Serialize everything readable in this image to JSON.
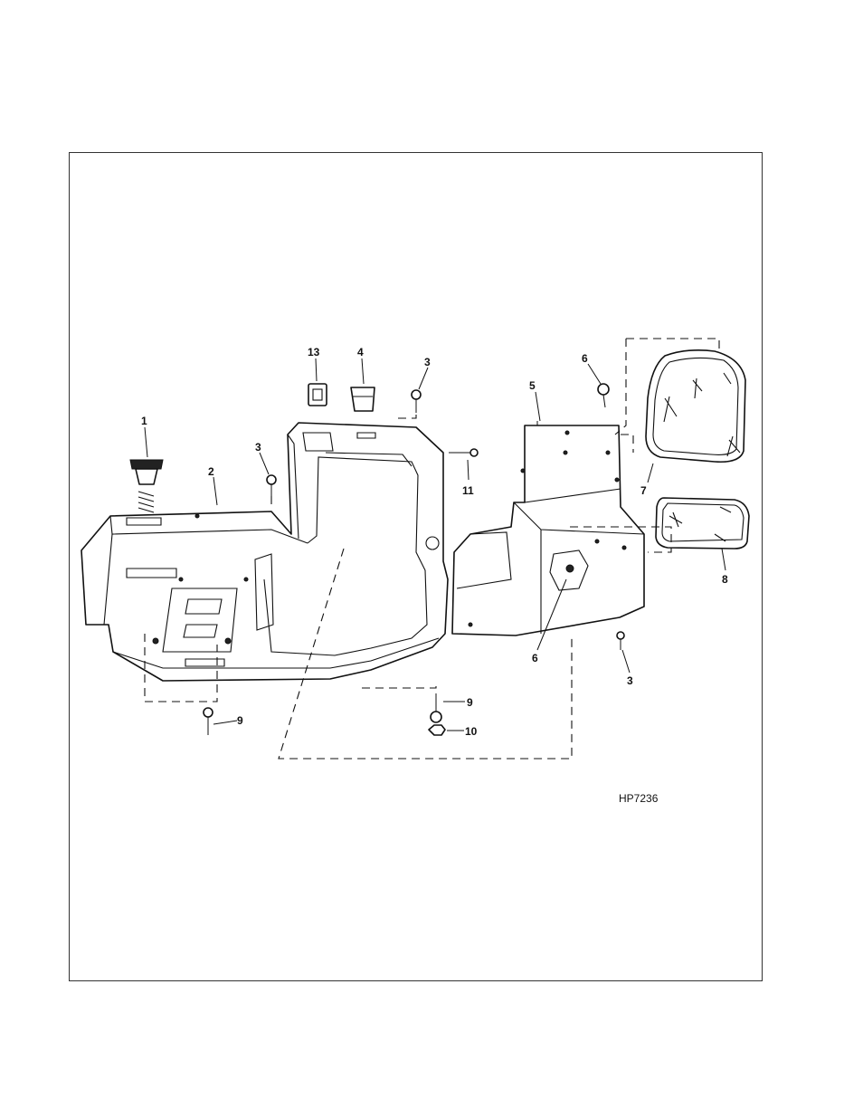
{
  "figure_id": "HP7236",
  "callouts": {
    "c1": "1",
    "c2": "2",
    "c3a": "3",
    "c3b": "3",
    "c3c": "3",
    "c4": "4",
    "c5": "5",
    "c6a": "6",
    "c6b": "6",
    "c7": "7",
    "c8": "8",
    "c9a": "9",
    "c9b": "9",
    "c10": "10",
    "c11": "11",
    "c13": "13"
  }
}
